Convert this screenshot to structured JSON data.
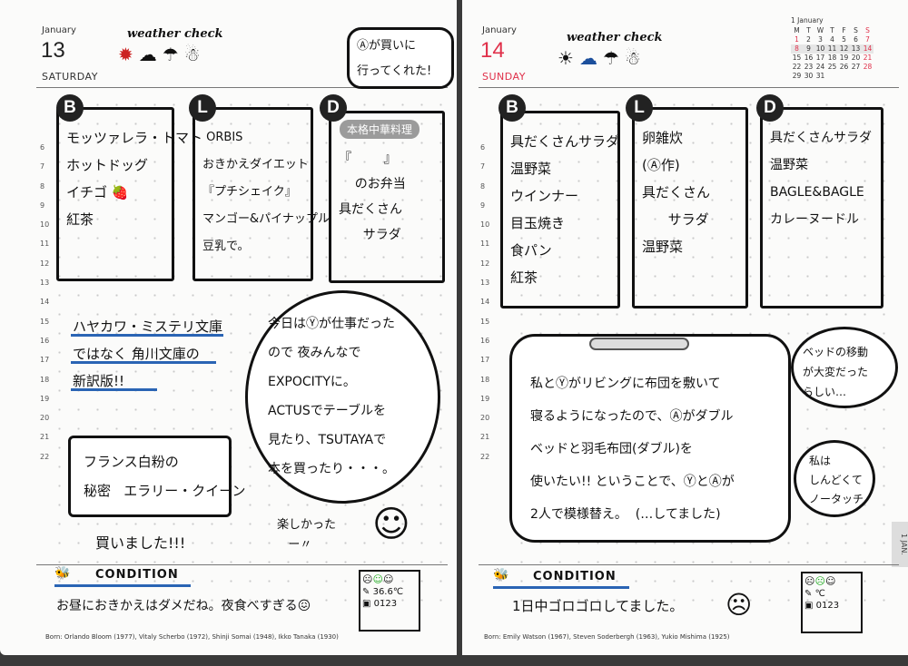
{
  "left": {
    "month": "January",
    "day": "13",
    "dayname": "SATURDAY",
    "weather_check": "weather check",
    "weather_icons": [
      "sun-icon",
      "cloud-icon",
      "umbrella-icon",
      "snowman-icon"
    ],
    "hours": [
      "6",
      "7",
      "8",
      "9",
      "10",
      "11",
      "12",
      "13",
      "14",
      "15",
      "16",
      "17",
      "18",
      "19",
      "20",
      "21",
      "22"
    ],
    "top_bubble": "Ⓐが買いに\n行ってくれた!",
    "breakfast": {
      "badge": "B",
      "text": "モッツァレラ・トマト\nホットドッグ\nイチゴ 🍓\n紅茶"
    },
    "lunch": {
      "badge": "L",
      "text": " ORBIS\nおきかえダイエット\n『プチシェイク』\nマンゴー&パイナップル\n豆乳で。"
    },
    "dinner": {
      "badge": "D",
      "tag": "本格中華料理",
      "text": "『        』\n    のお弁当\n具だくさん\n      サラダ"
    },
    "note1": "ハヤカワ・ミステリ文庫\nではなく 角川文庫の\n新訳版!!",
    "book": "フランス白粉の\n秘密   エラリー・クイーン",
    "bought": "買いました!!!",
    "main_bubble": "今日はⓎが仕事だった\nので 夜みんなで\nEXPOCITYに。\nACTUSでテーブルを\n見たり、TSUTAYAで\n本を買ったり・・・。",
    "fun": "楽しかった\n   ー〃",
    "condition_label": "CONDITION",
    "condition_note": "お昼におきかえはダメだね。夜食べすぎる😖",
    "temperature": "36.6℃",
    "count": "0123",
    "born": "Born: Orlando Bloom (1977), Vitaly Scherbo (1972), Shinji Somai (1948), Ikko Tanaka (1930)"
  },
  "right": {
    "month": "January",
    "day": "14",
    "dayname": "SUNDAY",
    "weather_check": "weather check",
    "weather_icons": [
      "sun-icon",
      "cloud-icon",
      "umbrella-icon",
      "snowman-icon"
    ],
    "hours": [
      "6",
      "7",
      "8",
      "9",
      "10",
      "11",
      "12",
      "13",
      "14",
      "15",
      "16",
      "17",
      "18",
      "19",
      "20",
      "21",
      "22"
    ],
    "breakfast": {
      "badge": "B",
      "text": "具だくさんサラダ\n温野菜\nウインナー\n目玉焼き\n食パン\n紅茶"
    },
    "lunch": {
      "badge": "L",
      "text": "卵雑炊\n(Ⓐ作)\n具だくさん\n      サラダ\n温野菜"
    },
    "dinner": {
      "badge": "D",
      "text": "具だくさんサラダ\n温野菜\nBAGLE&BAGLE\nカレーヌードル"
    },
    "main_bubble": "私とⓎがリビングに布団を敷いて\n寝るようになったので、Ⓐがダブル\nベッドと羽毛布団(ダブル)を\n使いたい!! ということで、ⓎとⒶが\n2人で模様替え。  (…してました)",
    "side_bubble1": "ベッドの移動\nが大変だった\nらしい…",
    "side_bubble2": "私は\nしんどくて\nノータッチ",
    "condition_label": "CONDITION",
    "condition_note": "1日中ゴロゴロしてました。",
    "temperature": "℃",
    "count": "0123",
    "born": "Born: Emily Watson (1967), Steven Soderbergh (1963), Yukio Mishima (1925)",
    "tab": "1 JAN.",
    "calendar": {
      "title": "1 January",
      "weekdays": [
        "M",
        "T",
        "W",
        "T",
        "F",
        "S",
        "S"
      ],
      "weeks": [
        [
          "1",
          "2",
          "3",
          "4",
          "5",
          "6",
          "7"
        ],
        [
          "8",
          "9",
          "10",
          "11",
          "12",
          "13",
          "14"
        ],
        [
          "15",
          "16",
          "17",
          "18",
          "19",
          "20",
          "21"
        ],
        [
          "22",
          "23",
          "24",
          "25",
          "26",
          "27",
          "28"
        ],
        [
          "29",
          "30",
          "31",
          "",
          "",
          "",
          ""
        ]
      ]
    }
  }
}
